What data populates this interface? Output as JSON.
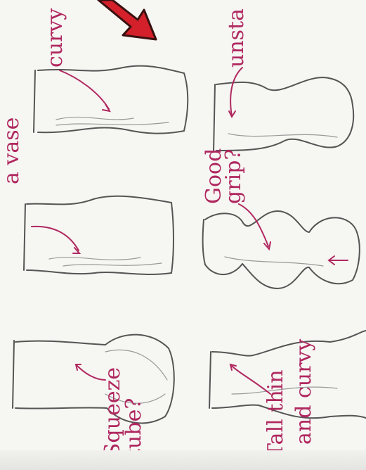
{
  "annotations": {
    "curvy": "curvy",
    "unstable": "unsta",
    "a_vase": "a vase",
    "good_grip_line1": "Good",
    "good_grip_line2": "grip?",
    "squeeze_line1": "Squeeze",
    "squeeze_line2": "tube?",
    "tall_line1": "Tall thin",
    "tall_line2": "and curvy"
  },
  "colors": {
    "pencil": "#6e6e6e",
    "pencil_dark": "#4a4a4a",
    "ink": "#b0285f",
    "arrow_red": "#d3202a",
    "arrow_dark": "#3a1010",
    "paper": "#f6f6f3"
  }
}
